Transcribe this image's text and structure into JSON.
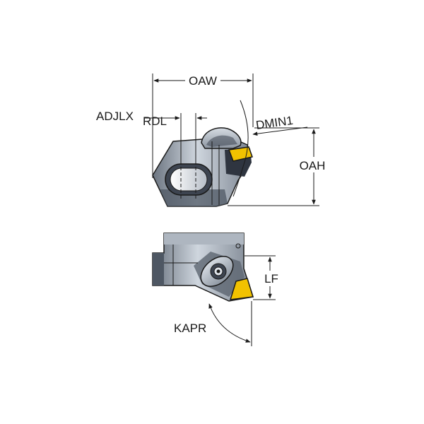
{
  "labels": {
    "oaw": "OAW",
    "adjlx": "ADJLX",
    "rdl": "RDL",
    "dmin1": "DMIN1",
    "oah": "OAH",
    "lf": "LF",
    "kapr": "KAPR"
  },
  "colors": {
    "body_light": "#cdd4dc",
    "body_mid": "#9aa3ad",
    "body_dark": "#4e5763",
    "body_shadow": "#2f3540",
    "insert_yellow": "#f2c200",
    "line": "#1a1a1a"
  }
}
